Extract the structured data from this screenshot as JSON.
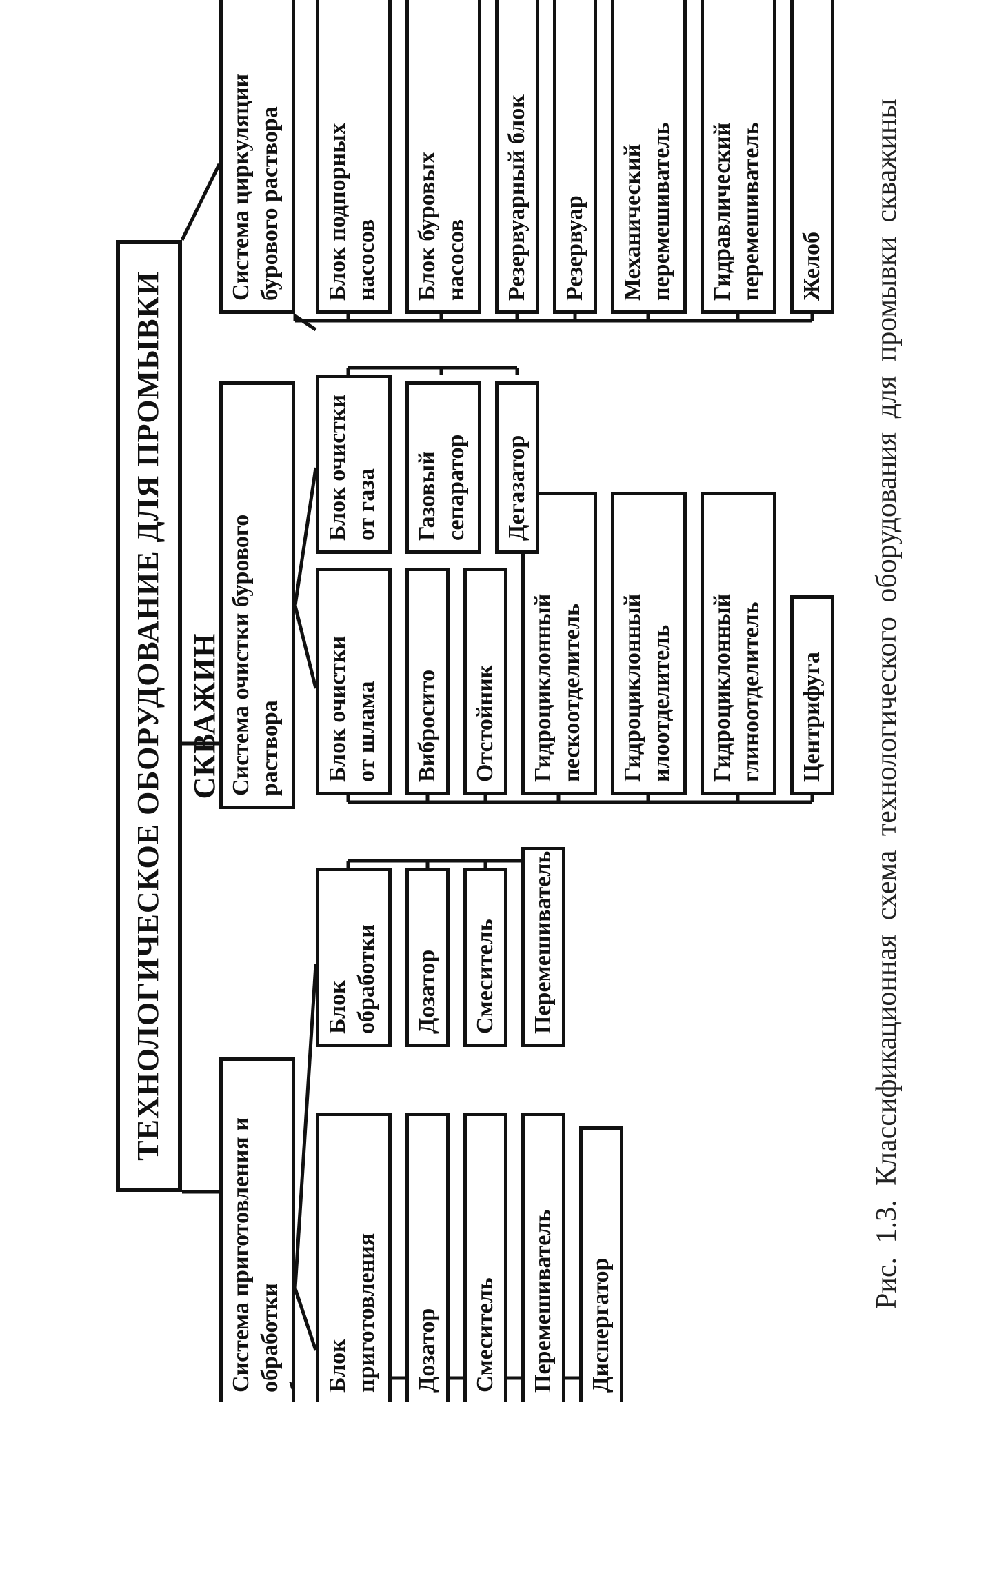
{
  "title": "ТЕХНОЛОГИЧЕСКОЕ ОБОРУДОВАНИЕ ДЛЯ ПРОМЫВКИ СКВАЖИН",
  "caption": "Рис. 1.3. Классификационная схема технологического оборудования для промывки скважины",
  "systems": [
    {
      "label": "Система приготовления и обработки\nбурового раствора",
      "groups": [
        [
          "Блок\nприготовления",
          "Дозатор",
          "Смеситель",
          "Перемешиватель",
          "Диспергатор"
        ],
        [
          "Блок\nобработки",
          "Дозатор",
          "Смеситель",
          "Перемешиватель"
        ]
      ]
    },
    {
      "label": "Система очистки бурового\nраствора",
      "groups": [
        [
          "Блок очистки\nот шлама",
          "Вибросито",
          "Отстойник",
          "Гидроциклонный\nпескоотделитель",
          "Гидроциклонный\nилоотделитель",
          "Гидроциклонный\nглиноотделитель",
          "Центрифуга"
        ],
        [
          "Блок очистки\nот газа",
          "Газовый\nсепаратор",
          "Дегазатор"
        ]
      ]
    },
    {
      "label": "Система циркуляции\nбурового раствора",
      "groups": [
        [
          "Блок подпорных\nнасосов"
        ],
        [
          "Блок буровых\nнасосов"
        ],
        [
          "Резервуарный блок",
          "Резервуар",
          "Механический\nперемешиватель",
          "Гидравлический\nперемешиватель",
          "Желоб"
        ]
      ]
    }
  ]
}
